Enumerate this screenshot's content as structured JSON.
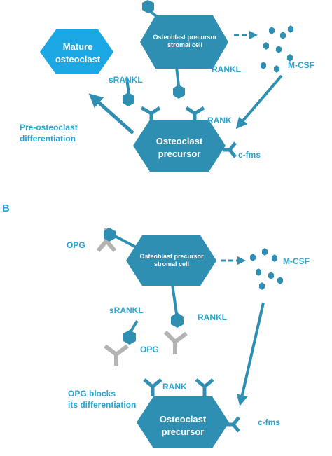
{
  "colors": {
    "cell_fill": "#2f8fb3",
    "mature_fill": "#1aa7e4",
    "label_text": "#2aa3cf",
    "arrow": "#2f8fb3",
    "opg_gray": "#b3b3b3",
    "cell_text": "#ffffff"
  },
  "panel_a": {
    "mature_osteoclast": [
      "Mature",
      "osteoclast"
    ],
    "osteoblast_precursor": [
      "Osteoblast precursor",
      "stromal cell"
    ],
    "osteoclast_precursor": [
      "Osteoclast",
      "precursor"
    ],
    "srankl": "sRANKL",
    "rankl": "RANKL",
    "rank": "RANK",
    "mcsf": "M-CSF",
    "cfms": "c-fms",
    "differentiation": [
      "Pre-osteoclast",
      "differentiation"
    ]
  },
  "panel_b": {
    "panel_label": "B",
    "opg_top": "OPG",
    "osteoblast_precursor": [
      "Osteoblast precursor",
      "stromal cell"
    ],
    "mcsf": "M-CSF",
    "srankl": "sRANKL",
    "rankl": "RANKL",
    "opg_middle": "OPG",
    "rank": "RANK",
    "opg_blocks": [
      "OPG blocks",
      "its differentiation"
    ],
    "osteoclast_precursor": [
      "Osteoclast",
      "precursor"
    ],
    "cfms": "c-fms"
  }
}
